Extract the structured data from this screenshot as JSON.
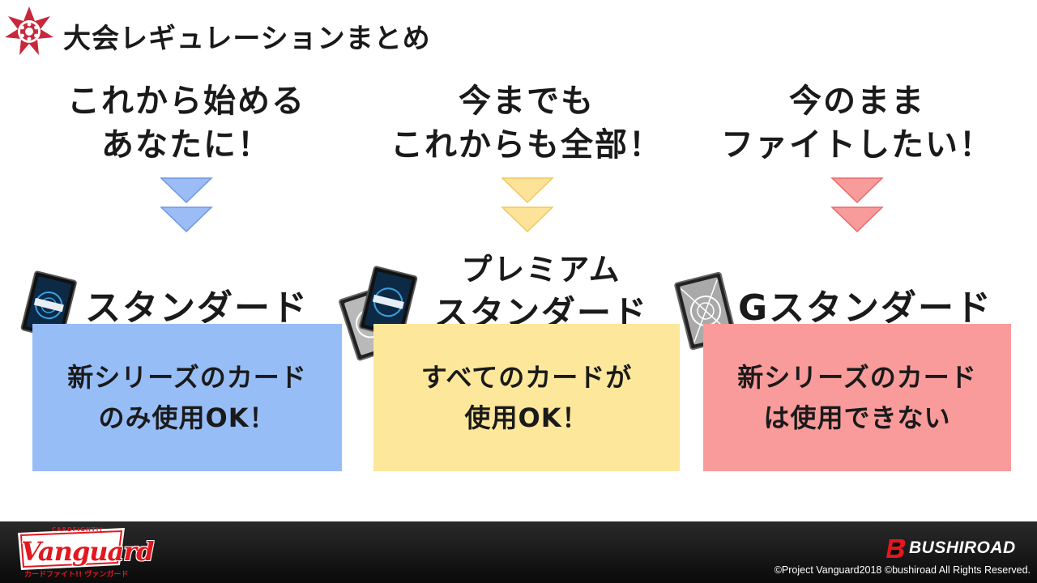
{
  "slide": {
    "title": "大会レギュレーションまとめ",
    "emblem_icon": "star-crest-icon",
    "emblem_color": "#c8283c"
  },
  "columns": [
    {
      "headline": [
        "これから始める",
        "あなたに！"
      ],
      "arrow_color": "#9bbcf4",
      "arrow_stroke": "#6f97e0",
      "mode_label": [
        "スタンダード"
      ],
      "box_text": [
        "新シリーズのカード",
        "のみ使用OK！"
      ],
      "box_color": "#97bdf7",
      "card_icon": "vanguard-card-blue-icon"
    },
    {
      "headline": [
        "今までも",
        "これからも全部！"
      ],
      "arrow_color": "#fde29a",
      "arrow_stroke": "#f0c75a",
      "mode_label": [
        "プレミアム",
        "スタンダード"
      ],
      "box_text": [
        "すべてのカードが",
        "使用OK！"
      ],
      "box_color": "#fde79b",
      "card_icon": "vanguard-card-stack-icon"
    },
    {
      "headline": [
        "今のまま",
        "ファイトしたい！"
      ],
      "arrow_color": "#f79b9b",
      "arrow_stroke": "#ea6a6a",
      "mode_label": [
        "Gスタンダード"
      ],
      "box_text": [
        "新シリーズのカード",
        "は使用できない"
      ],
      "box_color": "#f99b9b",
      "card_icon": "vanguard-card-gray-icon"
    }
  ],
  "footer": {
    "vanguard_logo": "Vanguard",
    "vanguard_logo_top": "CARDFIGHT!!",
    "vanguard_logo_sub": "カードファイト!! ヴァンガード",
    "publisher": "BUSHIROAD",
    "copyright": "©Project Vanguard2018  ©bushiroad All Rights Reserved."
  }
}
